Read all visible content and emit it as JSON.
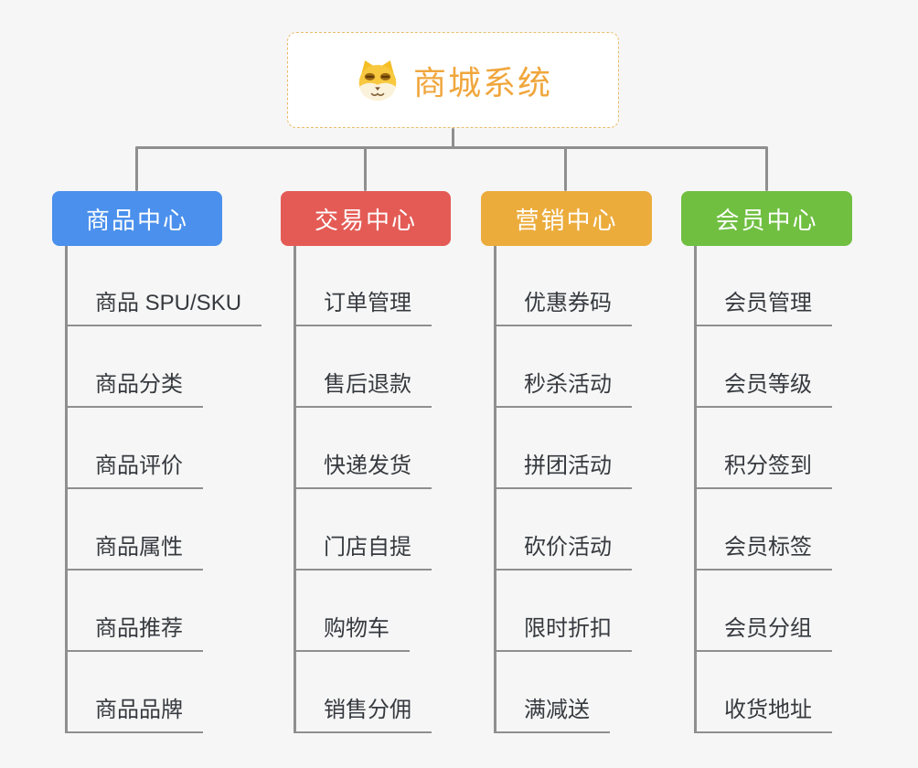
{
  "page": {
    "background": "#F6F6F6",
    "connector_color": "#8F8F8F"
  },
  "root": {
    "title": "商城系统",
    "icon": "dog-face-icon",
    "text_color": "#F0A63C",
    "border_color": "#E9BB6B",
    "background": "#FFFFFF"
  },
  "branches": [
    {
      "label": "商品中心",
      "color": "#4A90EC",
      "children": [
        "商品 SPU/SKU",
        "商品分类",
        "商品评价",
        "商品属性",
        "商品推荐",
        "商品品牌"
      ]
    },
    {
      "label": "交易中心",
      "color": "#E45B55",
      "children": [
        "订单管理",
        "售后退款",
        "快递发货",
        "门店自提",
        "购物车",
        "销售分佣"
      ]
    },
    {
      "label": "营销中心",
      "color": "#ECAC3C",
      "children": [
        "优惠券码",
        "秒杀活动",
        "拼团活动",
        "砍价活动",
        "限时折扣",
        "满减送"
      ]
    },
    {
      "label": "会员中心",
      "color": "#70BF41",
      "children": [
        "会员管理",
        "会员等级",
        "积分签到",
        "会员标签",
        "会员分组",
        "收货地址"
      ]
    }
  ]
}
